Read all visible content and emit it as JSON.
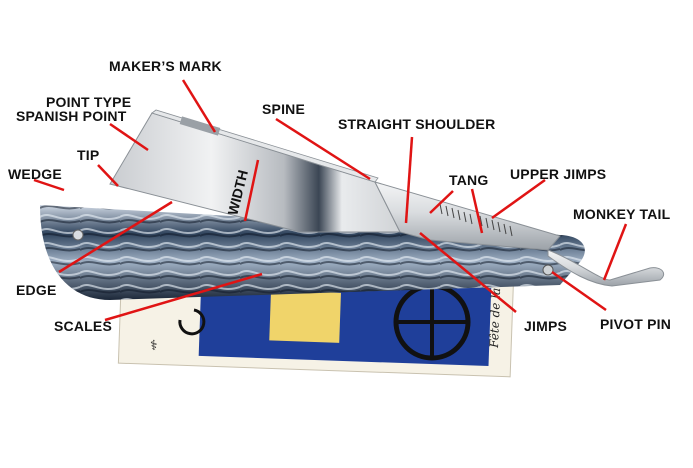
{
  "labels": {
    "makers_mark": "MAKER’S MARK",
    "point_type": "POINT TYPE",
    "spanish_point": "SPANISH POINT",
    "spine": "SPINE",
    "straight_shoulder": "STRAIGHT SHOULDER",
    "tip": "TIP",
    "wedge": "WEDGE",
    "tang": "TANG",
    "upper_jimps": "UPPER JIMPS",
    "width": "WIDTH",
    "monkey_tail": "MONKEY TAIL",
    "edge": "EDGE",
    "scales": "SCALES",
    "jimps": "JIMPS",
    "pivot_pin": "PIVOT PIN"
  },
  "card_signature": "Fête de la famille",
  "colors": {
    "leader_line": "#e01414",
    "label_text": "#111111",
    "blade_steel": "#cfd3d6",
    "scales_dark": "#23344a",
    "card_blue": "#1f3f9a"
  }
}
